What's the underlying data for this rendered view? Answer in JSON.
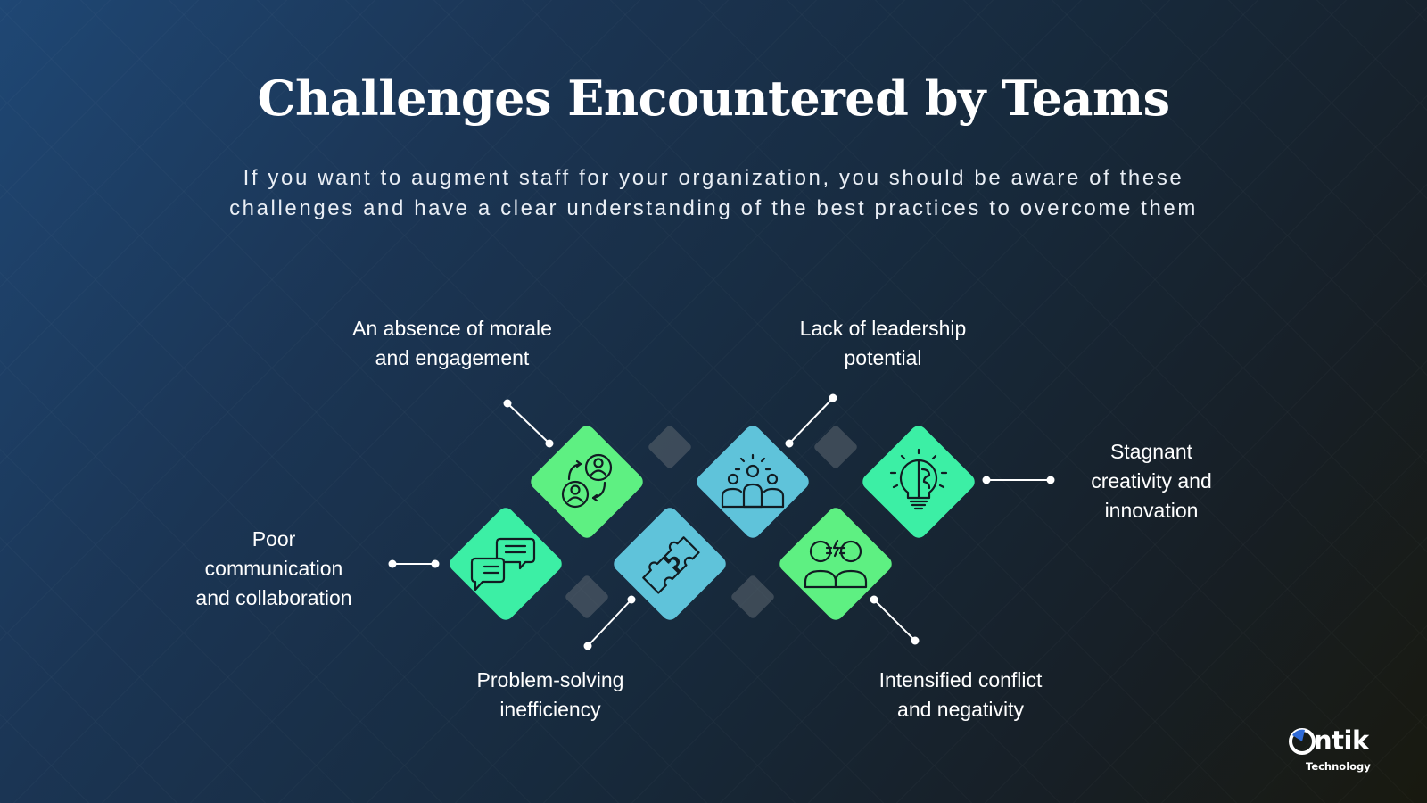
{
  "title": "Challenges Encountered by Teams",
  "subtitle": {
    "line1": "If you want to augment staff for your organization, you should be aware of these",
    "line2": "challenges and have a clear understanding of the best practices to overcome them"
  },
  "challenges": [
    {
      "lines": [
        "An absence of morale",
        "and engagement"
      ],
      "icon": "team-exchange-icon",
      "color": "#5ef082"
    },
    {
      "lines": [
        "Lack of leadership",
        "potential"
      ],
      "icon": "leader-group-icon",
      "color": "#5fc3da"
    },
    {
      "lines": [
        "Stagnant",
        "creativity and",
        "innovation"
      ],
      "icon": "lightbulb-brain-icon",
      "color": "#3cefa5"
    },
    {
      "lines": [
        "Poor",
        "communication",
        "and collaboration"
      ],
      "icon": "chat-bubbles-icon",
      "color": "#3cefa5"
    },
    {
      "lines": [
        "Problem-solving",
        "inefficiency"
      ],
      "icon": "puzzle-icon",
      "color": "#5fc3da"
    },
    {
      "lines": [
        "Intensified conflict",
        "and negativity"
      ],
      "icon": "conflict-icon",
      "color": "#5ef082"
    }
  ],
  "logo": {
    "name": "ntik",
    "tagline": "Technology"
  }
}
